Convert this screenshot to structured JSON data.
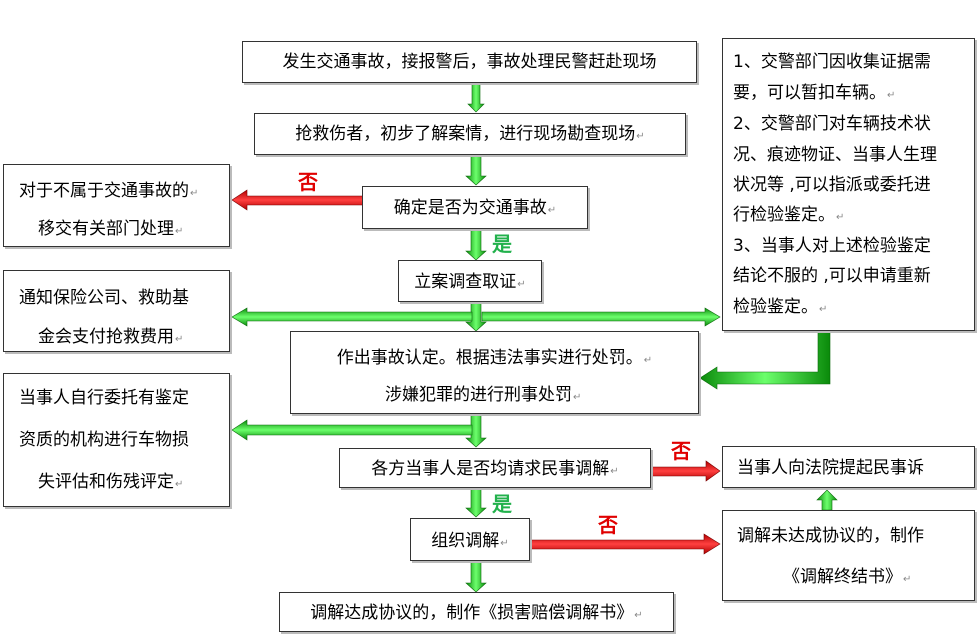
{
  "main": {
    "report": "发生交通事故，接报警后，事故处理民警赶赴现场",
    "rescue": "抢救伤者，初步了解案情，进行现场勘查现场",
    "confirm": "确定是否为交通事故",
    "file_case": "立案调查取证",
    "determination_1": "作出事故认定。根据违法事实进行处罚。",
    "determination_2": "涉嫌犯罪的进行刑事处罚",
    "mediation_request": "各方当事人是否均请求民事调解",
    "organize": "组织调解",
    "agreement": "调解达成协议的，制作《损害赔偿调解书》"
  },
  "left": {
    "transfer_1": "对于不属于交通事故的",
    "transfer_2": "移交有关部门处理",
    "insurance_1": "通知保险公司、救助基",
    "insurance_2": "金会支付抢救费用",
    "appraisal_1": "当事人自行委托有鉴定",
    "appraisal_2": "资质的机构进行车物损",
    "appraisal_3": "失评估和伤残评定"
  },
  "right": {
    "notes": [
      "1、交警部门因收集证据需",
      "要，可以暂扣车辆。",
      "2、交警部门对车辆技术状",
      "况、痕迹物证、当事人生理",
      "状况等 ,可以指派或委托进",
      "行检验鉴定。",
      "3、当事人对上述检验鉴定",
      "结论不服的 ,可以申请重新",
      "检验鉴定。"
    ],
    "lawsuit": "当事人向法院提起民事诉",
    "failed_1": "调解未达成协议的，制作",
    "failed_2": "《调解终结书》"
  },
  "labels": {
    "no": "否",
    "yes": "是"
  },
  "colors": {
    "green_arrow": "#22cc22",
    "red_arrow": "#e00000",
    "border": "#333333"
  }
}
